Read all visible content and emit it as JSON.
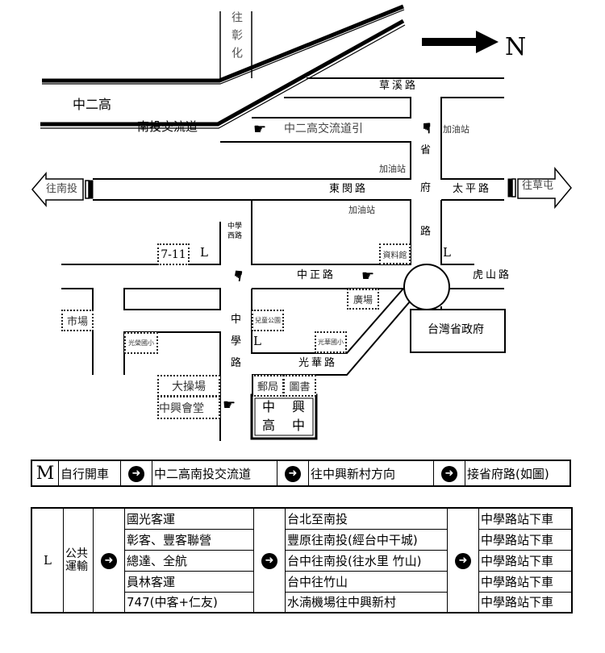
{
  "map": {
    "north_label": "N",
    "to_changhua": "往彰化",
    "highway_name": "中二高",
    "interchange": "南投交流道",
    "interchange_guide": "中二高交流道引",
    "to_nantou": "往南投",
    "to_caotun": "往草屯",
    "roads": {
      "caoxi": "草溪路",
      "dongge": "東閔路",
      "taiping": "太平路",
      "shengfu_1": "省",
      "shengfu_2": "府",
      "shengfu_3": "路",
      "zhongxue_west_1": "中學",
      "zhongxue_west_2": "西路",
      "zhongzheng": "中正路",
      "hushan": "虎山路",
      "zhongxue_1": "中",
      "zhongxue_2": "學",
      "zhongxue_3": "路",
      "guanghua": "光華路"
    },
    "places": {
      "gas_station_1": "加油站",
      "gas_station_2": "加油站",
      "gas_station_3": "加油站",
      "seven_eleven": "7-11",
      "market": "市場",
      "archives": "資料館",
      "plaza": "廣場",
      "childrens_park": "兒童公園",
      "guangxue_elementary": "光榮國小",
      "guanghua_elementary": "光華國小",
      "playground": "大操場",
      "zhongxing_hall": "中興會堂",
      "post_office": "郵局",
      "library": "圖書",
      "provincial_gov": "台灣省政府",
      "school_1": "中",
      "school_2": "興",
      "school_3": "高",
      "school_4": "中"
    },
    "bus_stop_marker": "L"
  },
  "car_route": {
    "marker": "M",
    "steps": [
      "自行開車",
      "中二高南投交流道",
      "往中興新村方向",
      "接省府路(如圖)"
    ]
  },
  "bus_route": {
    "marker": "L",
    "mode": "公共運輸",
    "companies": [
      "國光客運",
      "彰客、豐客聯營",
      "總達、全航",
      "員林客運",
      "747(中客+仁友)"
    ],
    "routes": [
      "台北至南投",
      "豐原往南投(經台中干城)",
      "台中往南投(往水里 竹山)",
      "台中往竹山",
      "水湳機場往中興新村"
    ],
    "alight": [
      "中學路站下車",
      "中學路站下車",
      "中學路站下車",
      "中學路站下車",
      "中學路站下車"
    ]
  }
}
